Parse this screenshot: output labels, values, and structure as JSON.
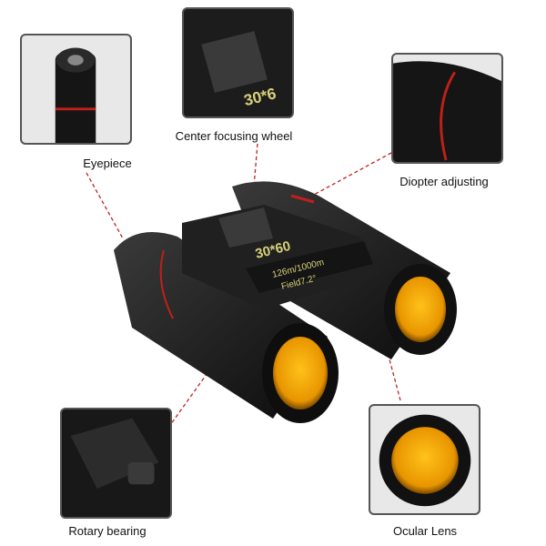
{
  "callouts": {
    "eyepiece": "Eyepiece",
    "center_focusing_wheel": "Center focusing wheel",
    "diopter_adjusting": "Diopter adjusting",
    "rotary_bearing": "Rotary bearing",
    "ocular_lens": "Ocular Lens"
  },
  "product_markings": {
    "model": "30*60",
    "spec_line1": "126m/1000m",
    "spec_line2": "Field7.2°"
  },
  "colors": {
    "lens": "#f0a000",
    "accent_ring": "#c0201a",
    "leader_line": "#c0201a",
    "body": "#1a1a1a"
  }
}
